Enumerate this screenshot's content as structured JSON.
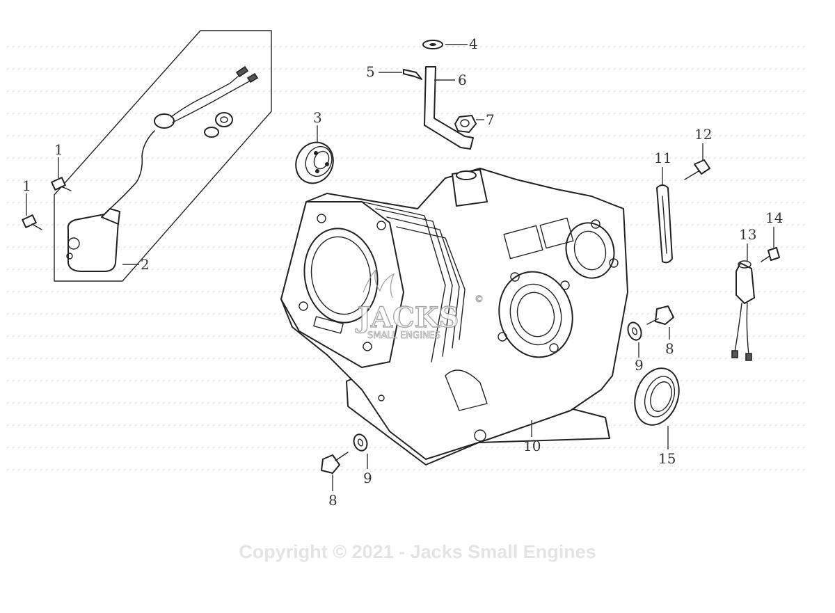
{
  "diagram": {
    "callouts": {
      "c1a": "1",
      "c1b": "1",
      "c2": "2",
      "c3": "3",
      "c4": "4",
      "c5": "5",
      "c6": "6",
      "c7": "7",
      "c8a": "8",
      "c8b": "8",
      "c9a": "9",
      "c9b": "9",
      "c10": "10",
      "c11": "11",
      "c12": "12",
      "c13": "13",
      "c14": "14",
      "c15": "15"
    },
    "watermark": {
      "brand": "JACKS",
      "sub": "SMALL ENGINES",
      "mark": "©"
    },
    "copyright": "Copyright © 2021 - Jacks Small Engines"
  }
}
